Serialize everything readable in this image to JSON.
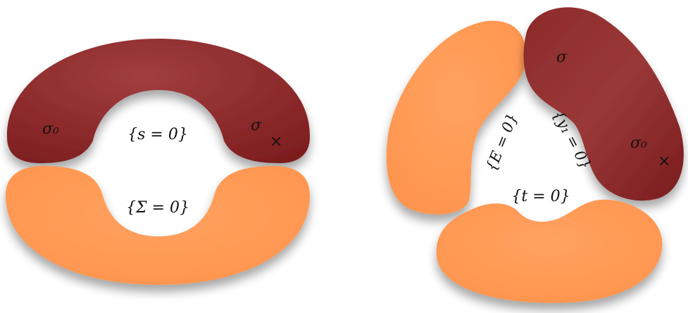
{
  "colors": {
    "dark_region": "#8e2a2a",
    "light_region": "#ff9a54",
    "background": "#ffffff",
    "text": "#111111"
  },
  "left_diagram": {
    "label_sigma0": "σ₀",
    "label_sigma": "σ",
    "marker": "×",
    "label_s0": "{s = 0}",
    "label_Sigma0": "{Σ = 0}"
  },
  "right_diagram": {
    "label_sigma": "σ",
    "label_sigma0": "σ₀",
    "marker": "×",
    "label_E0": "{E = 0}",
    "label_y1": "{y₁ = 0}",
    "label_t0": "{t = 0}"
  }
}
